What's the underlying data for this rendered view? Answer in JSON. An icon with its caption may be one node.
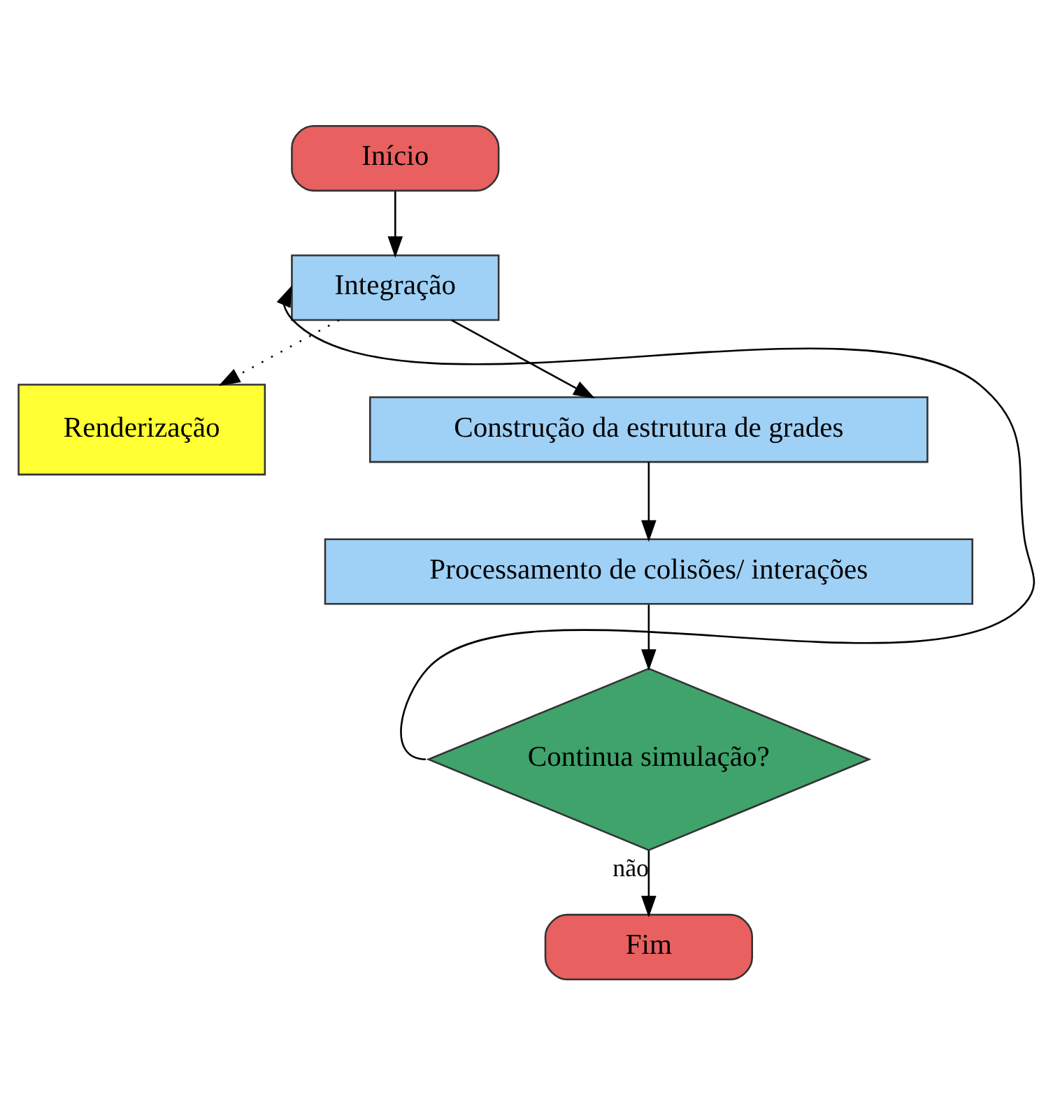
{
  "diagram": {
    "nodes": [
      {
        "text": [
          "Início"
        ]
      },
      {
        "text": [
          "Integração"
        ]
      },
      {
        "text": [
          "Renderização"
        ]
      },
      {
        "text": [
          "Construção da estrutura de grades"
        ]
      },
      {
        "text": [
          "Processamento de colisões/ interações"
        ]
      },
      {
        "text": [
          "Continua simulação?"
        ]
      },
      {
        "text": [
          "Fim"
        ]
      }
    ],
    "edges": [
      {
        "from": 0,
        "to": 1,
        "arrow": "to"
      },
      {
        "from": 1,
        "to": 3,
        "arrow": "to"
      },
      {
        "from": 1,
        "to": 2,
        "arrow": "to",
        "style": "dashed"
      },
      {
        "from": 3,
        "to": 4,
        "arrow": "to"
      },
      {
        "from": 4,
        "to": 5,
        "arrow": "to"
      },
      {
        "from": 5,
        "to": 1,
        "arrow": "to"
      },
      {
        "from": 5,
        "to": 6,
        "arrow": "to",
        "label": "não"
      }
    ]
  }
}
